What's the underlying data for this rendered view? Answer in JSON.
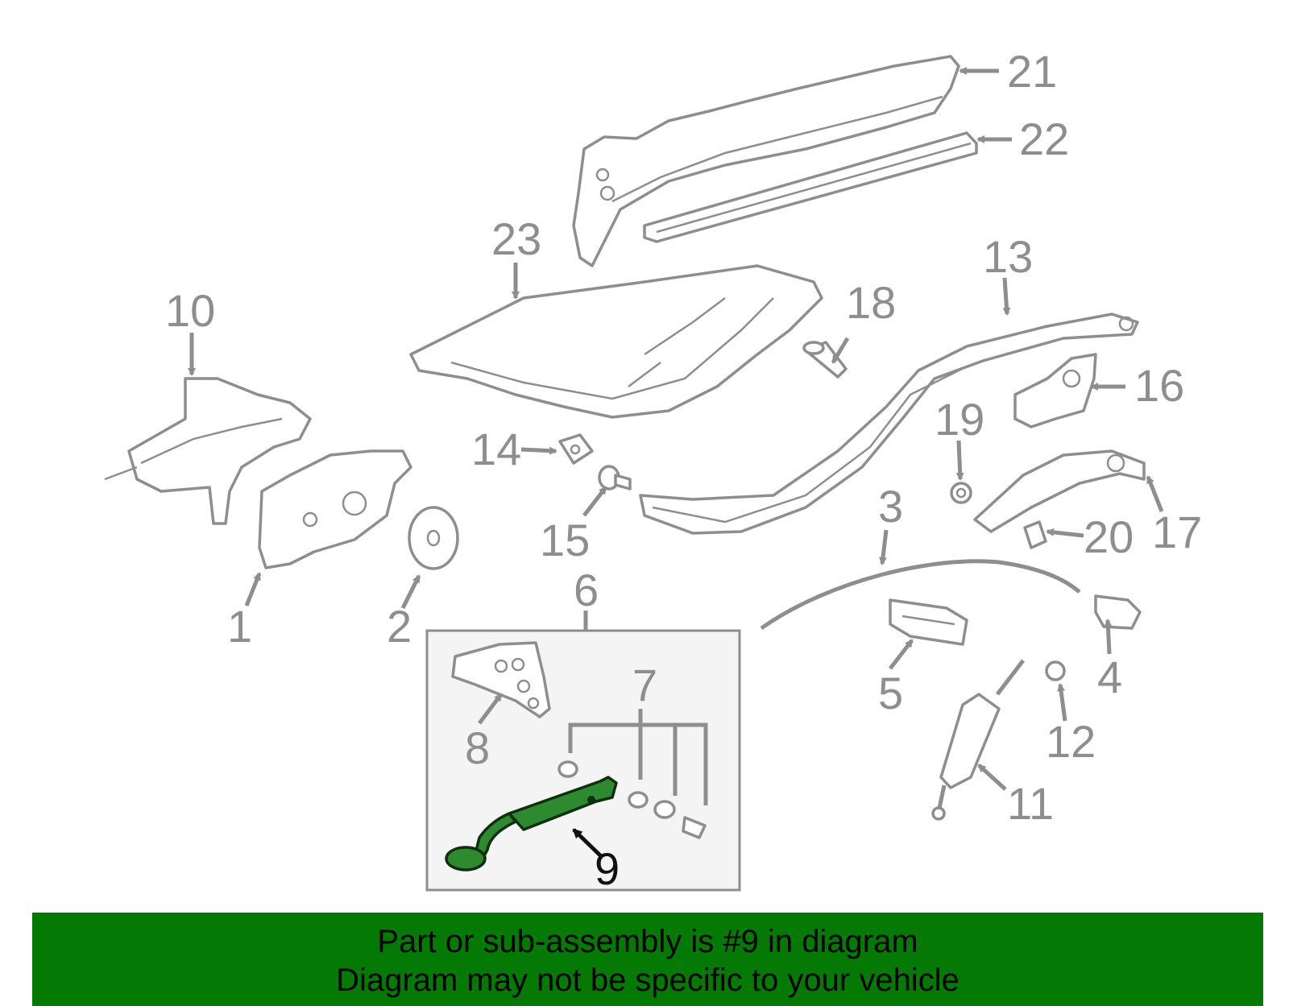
{
  "callouts": [
    "1",
    "2",
    "3",
    "4",
    "5",
    "6",
    "7",
    "8",
    "9",
    "10",
    "11",
    "12",
    "13",
    "14",
    "15",
    "16",
    "17",
    "18",
    "19",
    "20",
    "21",
    "22",
    "23"
  ],
  "highlighted_callout": "9",
  "banner": {
    "line1": "Part or sub-assembly is #9 in diagram",
    "line2": "Diagram may not be specific to your vehicle"
  },
  "colors": {
    "highlight_part": "#2e8a2e",
    "banner_background": "#047a04",
    "line_art": "#8e8e8e"
  }
}
